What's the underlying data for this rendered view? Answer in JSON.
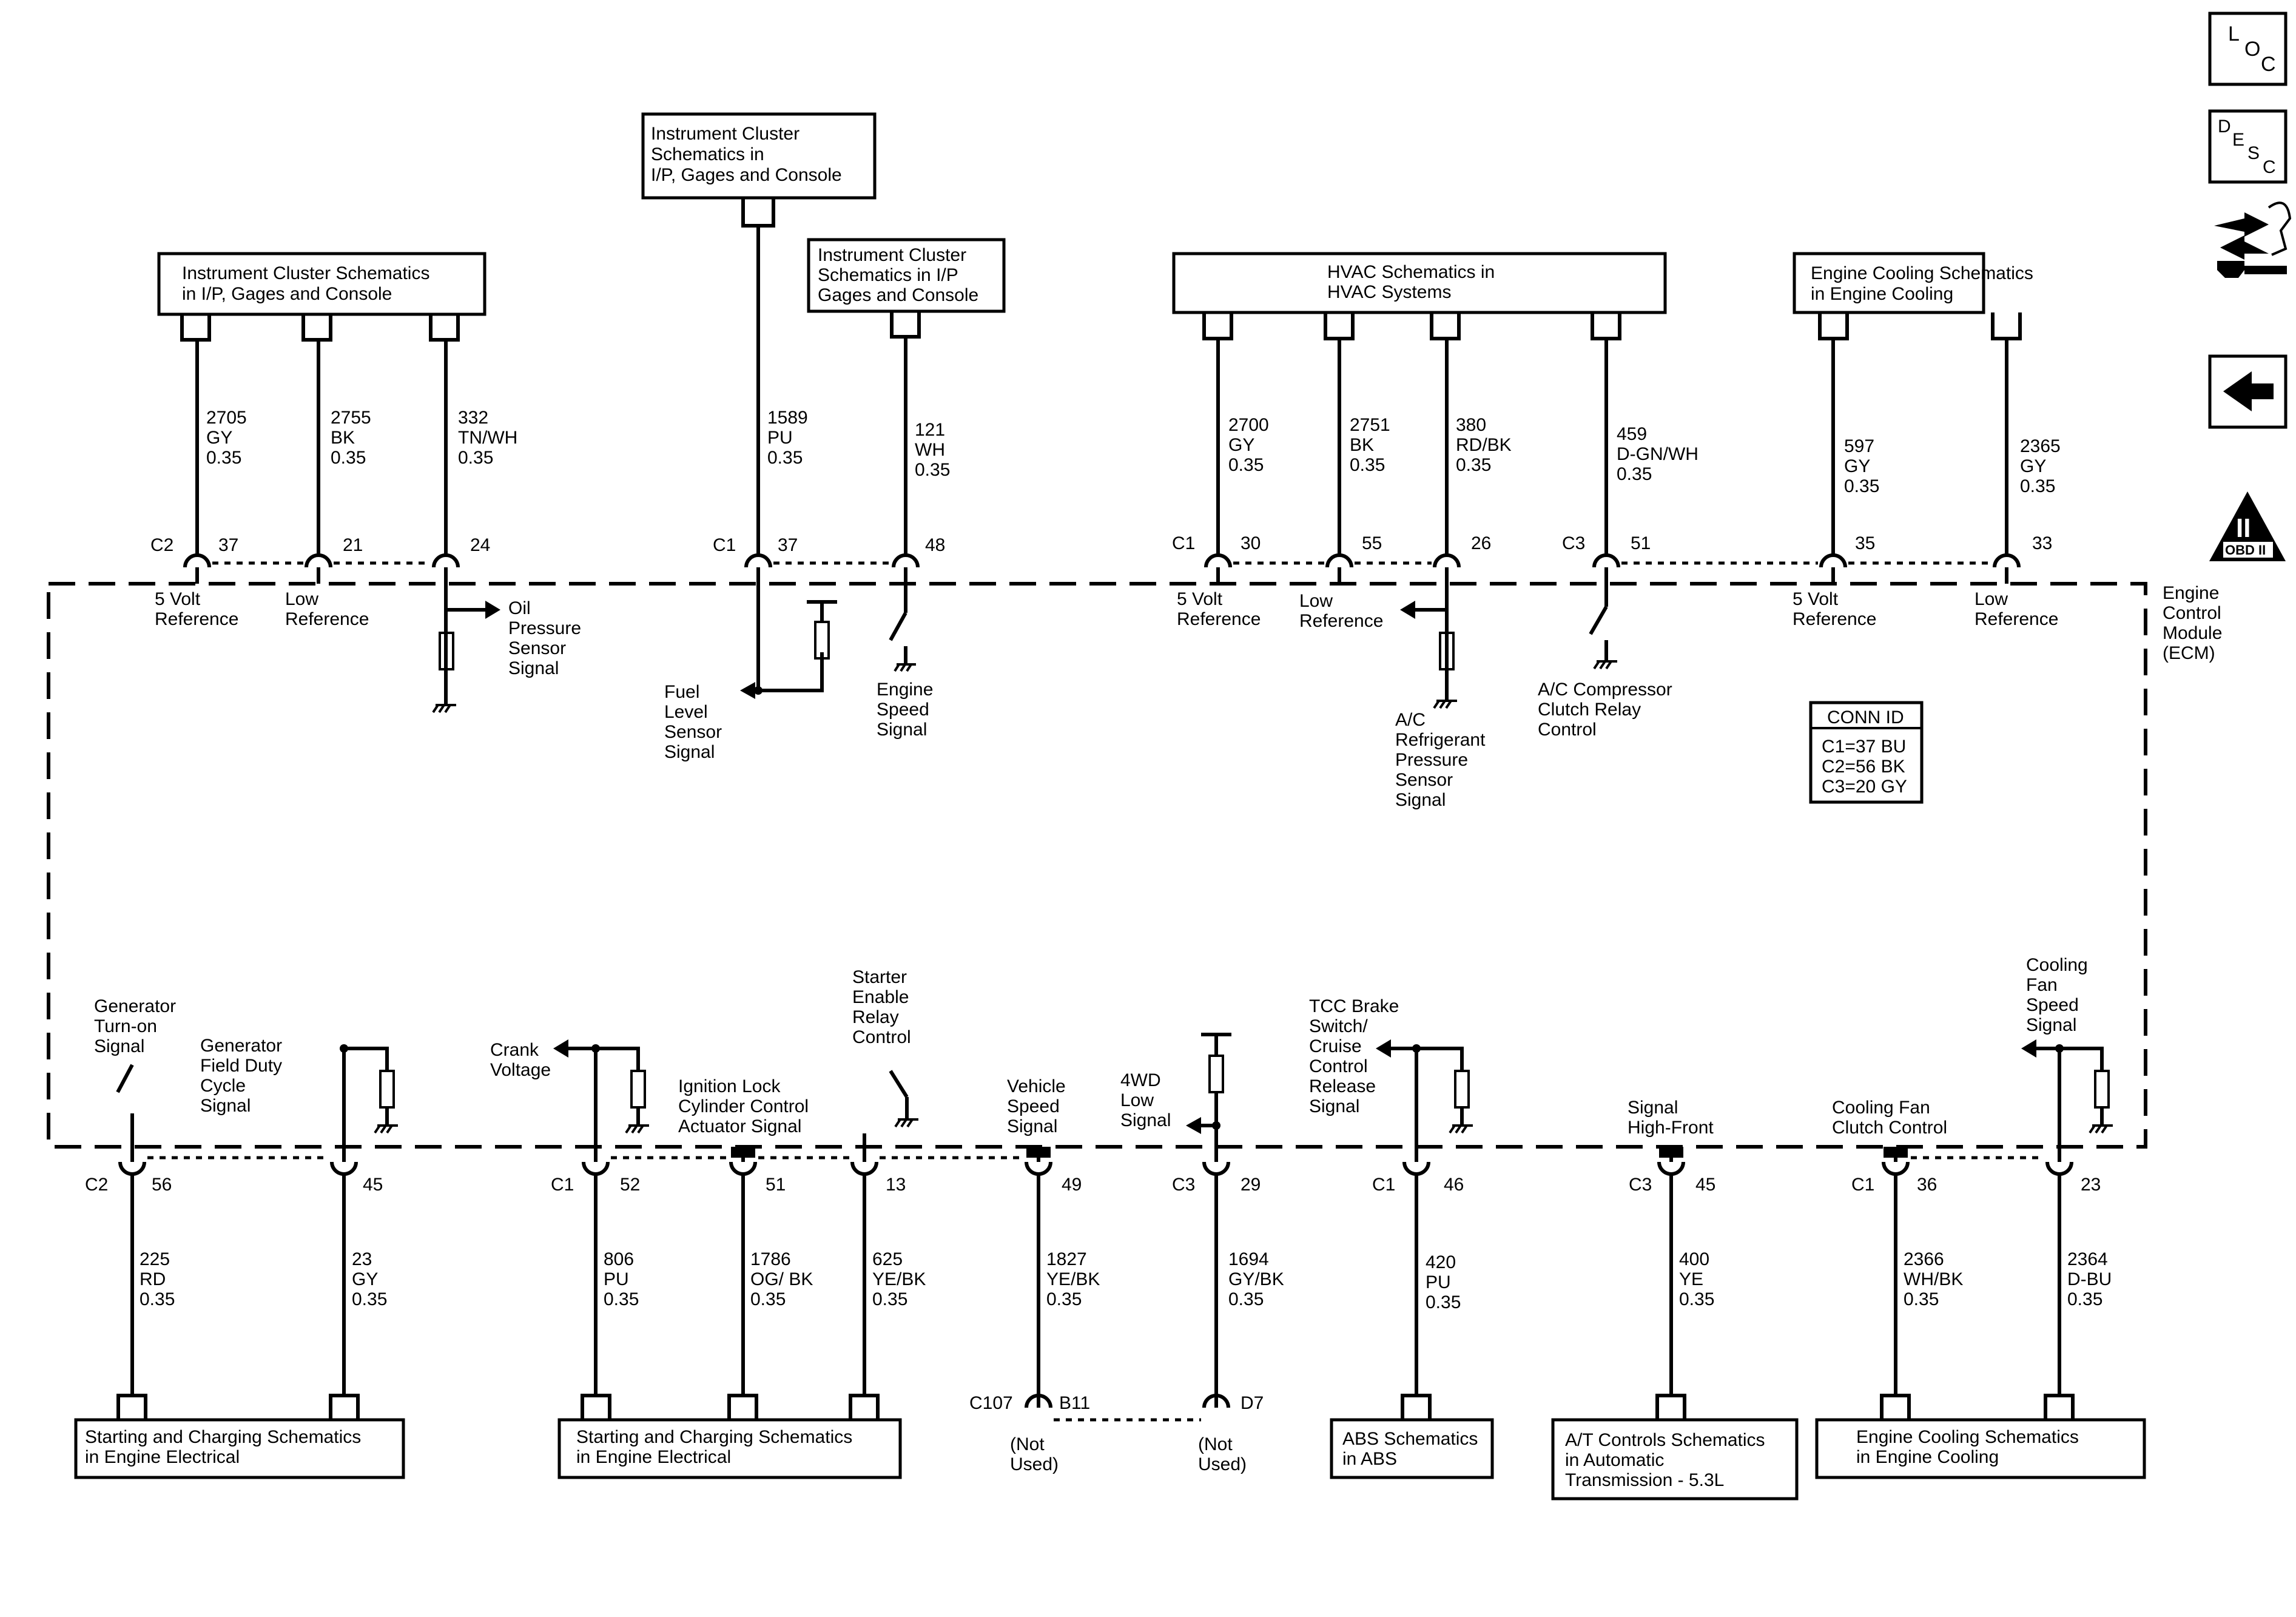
{
  "ecm": {
    "label": [
      "Engine",
      "Control",
      "Module",
      "(ECM)"
    ],
    "conn_id": {
      "title": "CONN ID",
      "lines": [
        "C1=37 BU",
        "C2=56 BK",
        "C3=20 GY"
      ]
    }
  },
  "nav": {
    "loc": [
      "L",
      "O",
      "C"
    ],
    "desc": [
      "D",
      "E",
      "S",
      "C"
    ],
    "obd": "OBD II",
    "obd_mark": "II"
  },
  "top_boxes": [
    {
      "id": "tb1",
      "lines": [
        "Instrument Cluster Schematics",
        "in I/P, Gages and Console"
      ]
    },
    {
      "id": "tb2",
      "lines": [
        "Instrument Cluster",
        "Schematics in",
        "I/P, Gages and Console"
      ]
    },
    {
      "id": "tb3",
      "lines": [
        "Instrument Cluster",
        "Schematics in I/P",
        "Gages and Console"
      ]
    },
    {
      "id": "tb4",
      "lines": [
        "HVAC Schematics in",
        "HVAC Systems"
      ]
    },
    {
      "id": "tb5",
      "lines": [
        "Engine Cooling Schematics",
        "in Engine Cooling"
      ]
    }
  ],
  "top_circuits": [
    {
      "conn": "C2",
      "pin": "37",
      "circuit": "2705",
      "color": "GY",
      "size": "0.35",
      "func": [
        "5 Volt",
        "Reference"
      ]
    },
    {
      "conn": "",
      "pin": "21",
      "circuit": "2755",
      "color": "BK",
      "size": "0.35",
      "func": [
        "Low",
        "Reference"
      ]
    },
    {
      "conn": "",
      "pin": "24",
      "circuit": "332",
      "color": "TN/WH",
      "size": "0.35",
      "func": [
        "Oil",
        "Pressure",
        "Sensor",
        "Signal"
      ]
    },
    {
      "conn": "C1",
      "pin": "37",
      "circuit": "1589",
      "color": "PU",
      "size": "0.35",
      "func": [
        "Fuel",
        "Level",
        "Sensor",
        "Signal"
      ]
    },
    {
      "conn": "",
      "pin": "48",
      "circuit": "121",
      "color": "WH",
      "size": "0.35",
      "func": [
        "Engine",
        "Speed",
        "Signal"
      ]
    },
    {
      "conn": "C1",
      "pin": "30",
      "circuit": "2700",
      "color": "GY",
      "size": "0.35",
      "func": [
        "5 Volt",
        "Reference"
      ]
    },
    {
      "conn": "",
      "pin": "55",
      "circuit": "2751",
      "color": "BK",
      "size": "0.35",
      "func": [
        "Low",
        "Reference"
      ]
    },
    {
      "conn": "",
      "pin": "26",
      "circuit": "380",
      "color": "RD/BK",
      "size": "0.35",
      "func": [
        "A/C",
        "Refrigerant",
        "Pressure",
        "Sensor",
        "Signal"
      ]
    },
    {
      "conn": "C3",
      "pin": "51",
      "circuit": "459",
      "color": "D-GN/WH",
      "size": "0.35",
      "func": [
        "A/C Compressor",
        "Clutch Relay",
        "Control"
      ]
    },
    {
      "conn": "",
      "pin": "35",
      "circuit": "597",
      "color": "GY",
      "size": "0.35",
      "func": [
        "5 Volt",
        "Reference"
      ]
    },
    {
      "conn": "",
      "pin": "33",
      "circuit": "2365",
      "color": "GY",
      "size": "0.35",
      "func": [
        "Low",
        "Reference"
      ]
    }
  ],
  "bottom_circuits": [
    {
      "conn": "C2",
      "pin": "56",
      "circuit": "225",
      "color": "RD",
      "size": "0.35",
      "func": [
        "Generator",
        "Turn-on",
        "Signal"
      ]
    },
    {
      "conn": "",
      "pin": "45",
      "circuit": "23",
      "color": "GY",
      "size": "0.35",
      "func": [
        "Generator",
        "Field Duty",
        "Cycle",
        "Signal"
      ]
    },
    {
      "conn": "C1",
      "pin": "52",
      "circuit": "806",
      "color": "PU",
      "size": "0.35",
      "func": [
        "Crank",
        "Voltage"
      ]
    },
    {
      "conn": "",
      "pin": "51",
      "circuit": "1786",
      "color": "OG/ BK",
      "size": "0.35",
      "func": [
        "Ignition Lock",
        "Cylinder Control",
        "Actuator Signal"
      ]
    },
    {
      "conn": "",
      "pin": "13",
      "circuit": "625",
      "color": "YE/BK",
      "size": "0.35",
      "func": [
        "Starter",
        "Enable",
        "Relay",
        "Control"
      ]
    },
    {
      "conn": "",
      "pin": "49",
      "circuit": "1827",
      "color": "YE/BK",
      "size": "0.35",
      "func": [
        "Vehicle",
        "Speed",
        "Signal"
      ]
    },
    {
      "conn": "C3",
      "pin": "29",
      "circuit": "1694",
      "color": "GY/BK",
      "size": "0.35",
      "func": [
        "4WD",
        "Low",
        "Signal"
      ]
    },
    {
      "conn": "C1",
      "pin": "46",
      "circuit": "420",
      "color": "PU",
      "size": "0.35",
      "func": [
        "TCC Brake",
        "Switch/",
        "Cruise",
        "Control",
        "Release",
        "Signal"
      ]
    },
    {
      "conn": "C3",
      "pin": "45",
      "circuit": "400",
      "color": "YE",
      "size": "0.35",
      "func": [
        "Signal",
        "High-Front"
      ]
    },
    {
      "conn": "C1",
      "pin": "36",
      "circuit": "2366",
      "color": "WH/BK",
      "size": "0.35",
      "func": [
        "Cooling Fan",
        "Clutch Control"
      ]
    },
    {
      "conn": "",
      "pin": "23",
      "circuit": "2364",
      "color": "D-BU",
      "size": "0.35",
      "func": [
        "Cooling",
        "Fan",
        "Speed",
        "Signal"
      ]
    }
  ],
  "bottom_boxes": [
    {
      "id": "bb1",
      "lines": [
        "Starting and Charging Schematics",
        "in Engine Electrical"
      ]
    },
    {
      "id": "bb2",
      "lines": [
        "Starting and Charging Schematics",
        "in Engine Electrical"
      ]
    },
    {
      "id": "bb3",
      "lines": [
        "ABS Schematics",
        "in ABS"
      ]
    },
    {
      "id": "bb4",
      "lines": [
        "A/T Controls Schematics",
        "in Automatic",
        "Transmission - 5.3L"
      ]
    },
    {
      "id": "bb5",
      "lines": [
        "Engine Cooling Schematics",
        "in Engine Cooling"
      ]
    }
  ],
  "c107": {
    "conn": "C107",
    "pin_a": "B11",
    "pin_b": "D7",
    "note_a": [
      "(Not",
      "Used)"
    ],
    "note_b": [
      "(Not",
      "Used)"
    ]
  }
}
